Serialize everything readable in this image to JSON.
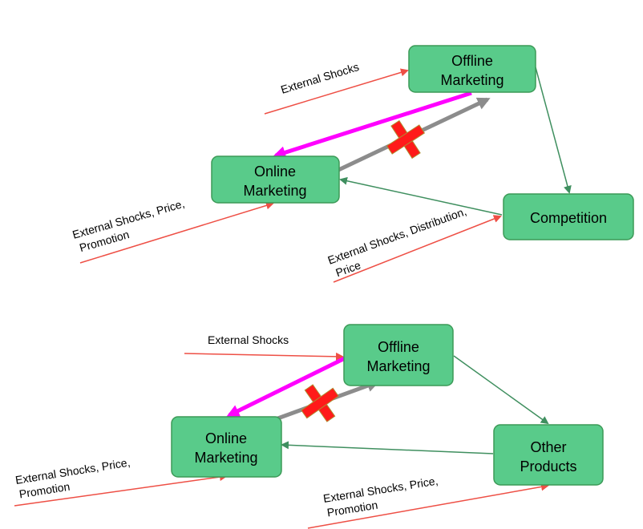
{
  "colors": {
    "box_fill": "#59cb8a",
    "box_stroke": "#3c9a57",
    "shock_arrow": "#ee4f45",
    "green_arrow": "#3f8f5f",
    "magenta_arrow": "#ff00ff",
    "gray_arrow": "#8c8c8c",
    "cross": "#ff1a1a"
  },
  "diagram1": {
    "offline": [
      "Offline",
      "Marketing"
    ],
    "online": [
      "Online",
      "Marketing"
    ],
    "competition": [
      "Competition"
    ],
    "label_offline_shocks": "External Shocks",
    "label_online_shocks": [
      "External Shocks, Price,",
      "Promotion"
    ],
    "label_competition_shocks": [
      "External Shocks, Distribution,",
      "Price"
    ]
  },
  "diagram2": {
    "offline": [
      "Offline",
      "Marketing"
    ],
    "online": [
      "Online",
      "Marketing"
    ],
    "other": [
      "Other",
      "Products"
    ],
    "label_offline_shocks": "External Shocks",
    "label_online_shocks": [
      "External Shocks, Price,",
      "Promotion"
    ],
    "label_other_shocks": [
      "External Shocks, Price,",
      "Promotion"
    ]
  }
}
